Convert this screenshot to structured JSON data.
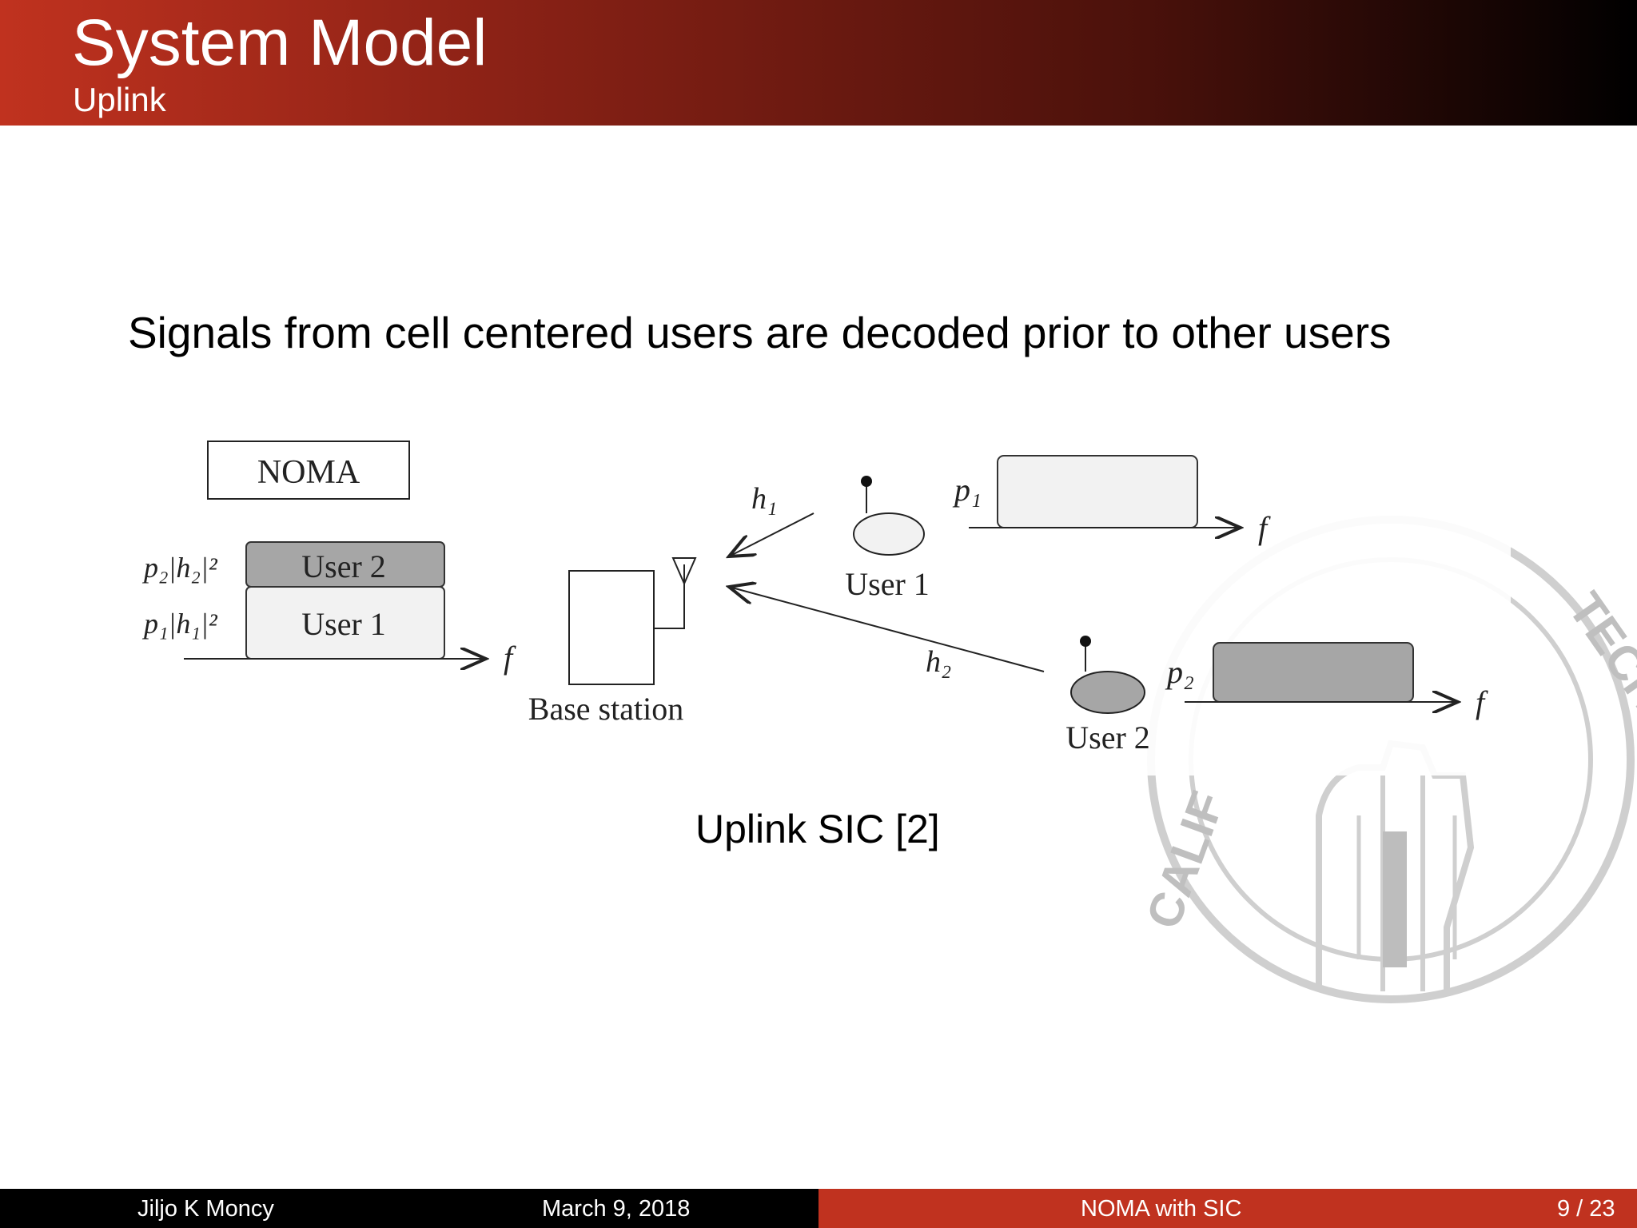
{
  "header": {
    "title": "System Model",
    "subtitle": "Uplink"
  },
  "main": {
    "statement": "Signals from cell centered users are decoded prior to other users",
    "caption": "Uplink SIC [2]"
  },
  "diagram": {
    "noma_label": "NOMA",
    "stack_user2": "User 2",
    "stack_user1": "User 1",
    "power_label_2": "p₂|h₂|²",
    "power_label_1": "p₁|h₁|²",
    "freq_label": "f",
    "base_station_label": "Base station",
    "channel_1": "h₁",
    "channel_2": "h₂",
    "user1_label": "User 1",
    "user2_label": "User 2",
    "p1_label": "p₁",
    "p2_label": "p₂",
    "colors": {
      "user2_fill": "#a6a6a6",
      "user1_fill": "#f2f2f2"
    }
  },
  "watermark": {
    "seal_text": "CALIFORNIA INSTITUTE OF TECHNOLOGY"
  },
  "footer": {
    "author": "Jiljo K Moncy",
    "date": "March 9, 2018",
    "short_title": "NOMA with SIC",
    "page": "9 / 23"
  }
}
